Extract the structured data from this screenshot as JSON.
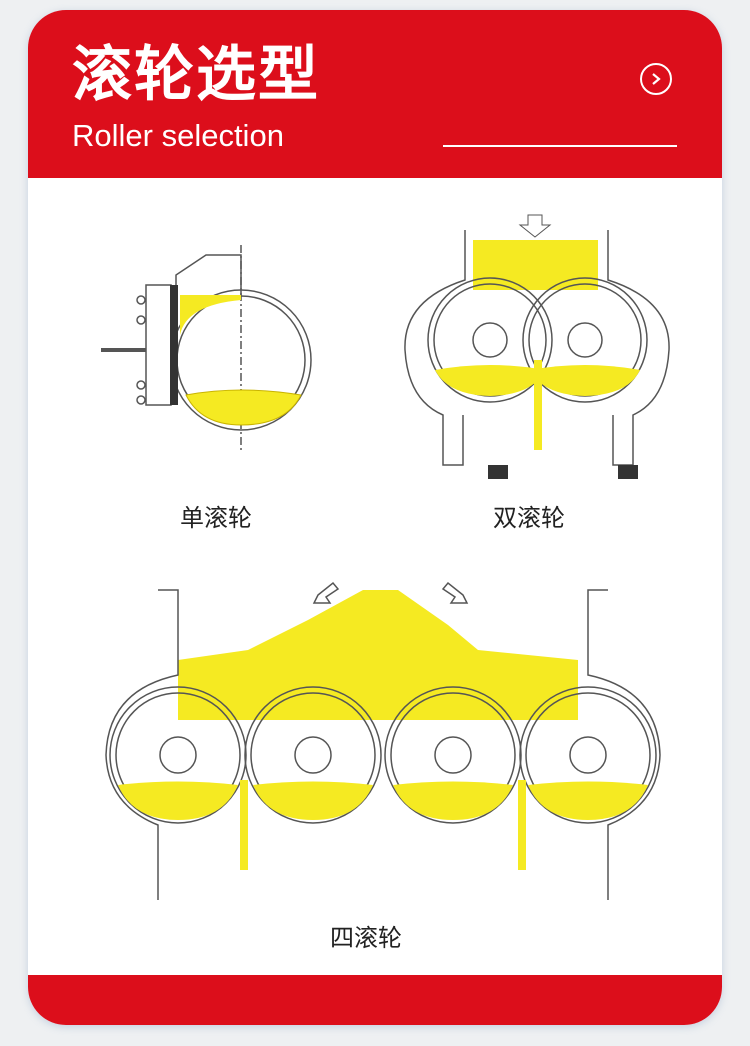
{
  "header": {
    "title": "滚轮选型",
    "subtitle": "Roller selection",
    "next_icon": "chevron-right-circle-icon"
  },
  "diagrams": [
    {
      "label": "单滚轮"
    },
    {
      "label": "双滚轮"
    },
    {
      "label": "四滚轮"
    }
  ],
  "colors": {
    "brand": "#dc0e1b",
    "material": "#f5ea22",
    "line": "#555555"
  }
}
